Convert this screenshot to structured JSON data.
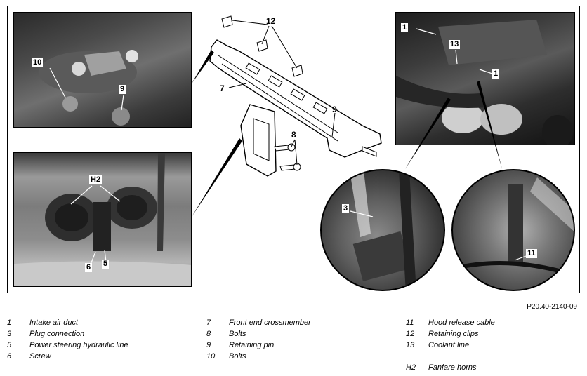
{
  "figure_ref": "P20.40-2140-09",
  "callouts": {
    "c10": "10",
    "c9_photo": "9",
    "h2": "H2",
    "c6": "6",
    "c5": "5",
    "c12": "12",
    "c7": "7",
    "c9_diag": "9",
    "c8": "8",
    "c1a": "1",
    "c13": "13",
    "c1b": "1",
    "c3": "3",
    "c11": "11"
  },
  "legend": {
    "col1": [
      {
        "num": "1",
        "text": "Intake air duct"
      },
      {
        "num": "3",
        "text": "Plug connection"
      },
      {
        "num": "5",
        "text": "Power steering hydraulic line"
      },
      {
        "num": "6",
        "text": "Screw"
      }
    ],
    "col2": [
      {
        "num": "7",
        "text": "Front end crossmember"
      },
      {
        "num": "8",
        "text": "Bolts"
      },
      {
        "num": "9",
        "text": "Retaining pin"
      },
      {
        "num": "10",
        "text": "Bolts"
      }
    ],
    "col3": [
      {
        "num": "11",
        "text": "Hood release cable"
      },
      {
        "num": "12",
        "text": "Retaining clips"
      },
      {
        "num": "13",
        "text": "Coolant line"
      }
    ],
    "col3_extra": {
      "num": "H2",
      "text": "Fanfare horns"
    }
  }
}
